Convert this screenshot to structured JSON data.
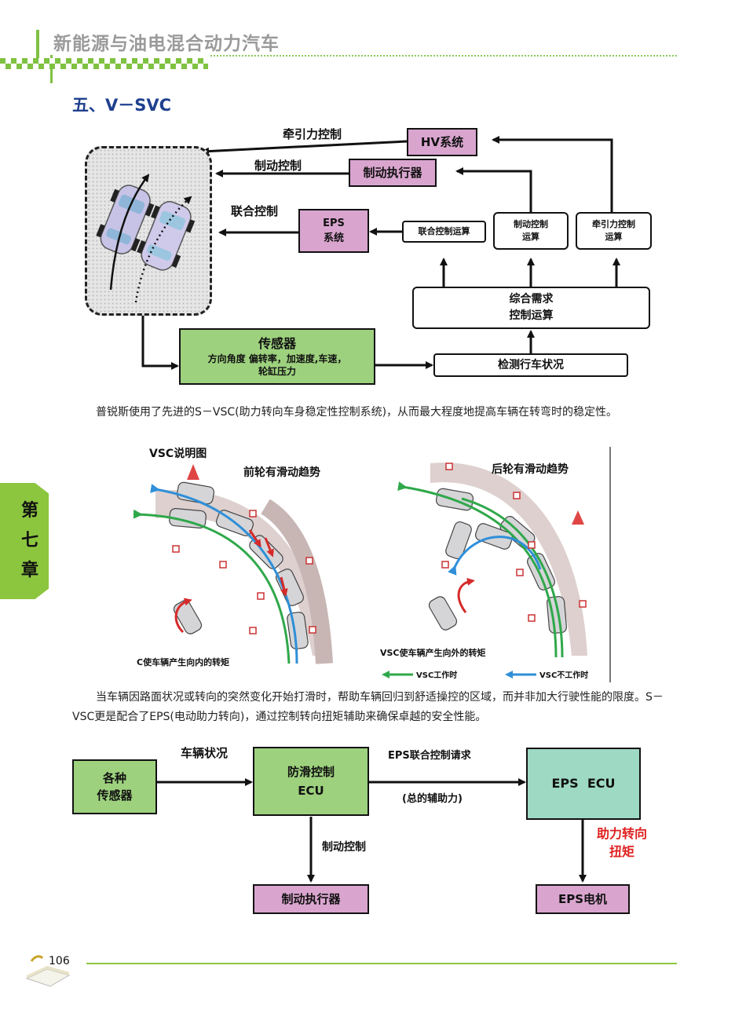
{
  "header": {
    "title": "新能源与油电混合动力汽车"
  },
  "section": {
    "title": "五、V－SVC"
  },
  "diagram1": {
    "hv": "HV系统",
    "brake_actuator": "制动执行器",
    "eps": "EPS\n系统",
    "joint_calc": "联合控制运算",
    "brake_calc": "制动控制\n运算",
    "traction_calc": "牵引力控制\n运算",
    "integrated": "综合需求\n控制运算",
    "detect": "检测行车状况",
    "sensor_title": "传感器",
    "sensor_body": "方向角度  偏转率，加速度,车速，\n轮缸压力",
    "label_traction": "牵引力控制",
    "label_brake": "制动控制",
    "label_joint": "联合控制"
  },
  "para1": "普锐斯使用了先进的S－VSC(助力转向车身稳定性控制系统)，从而最大程度地提高车辆在转弯时的稳定性。",
  "vsc": {
    "title": "VSC说明图",
    "front": "前轮有滑动趋势",
    "rear": "后轮有滑动趋势",
    "inner": "C使车辆产生向内的转矩",
    "outer": "VSC使车辆产生向外的转矩",
    "legend_on": "VSC工作时",
    "legend_off": "VSC不工作时",
    "color_on": "#2fa84a",
    "color_off": "#2f8fd8"
  },
  "para2": "当车辆因路面状况或转向的突然变化开始打滑时，帮助车辆回归到舒适操控的区域，而并非加大行驶性能的限度。S－VSC更是配合了EPS(电动助力转向)，通过控制转向扭矩辅助来确保卓越的安全性能。",
  "diagram2": {
    "sensors": "各种\n传感器",
    "abs_ecu": "防滑控制\nECU",
    "eps_ecu": "EPS  ECU",
    "brake_actuator": "制动执行器",
    "eps_motor": "EPS电机",
    "label_vehicle": "车辆状况",
    "label_request": "EPS联合控制请求",
    "label_total": "(总的辅助力)",
    "label_brake": "制动控制",
    "label_assist": "助力转向\n扭矩"
  },
  "sidebar": {
    "chapter": "第\n七\n章"
  },
  "footer": {
    "page": "106"
  }
}
